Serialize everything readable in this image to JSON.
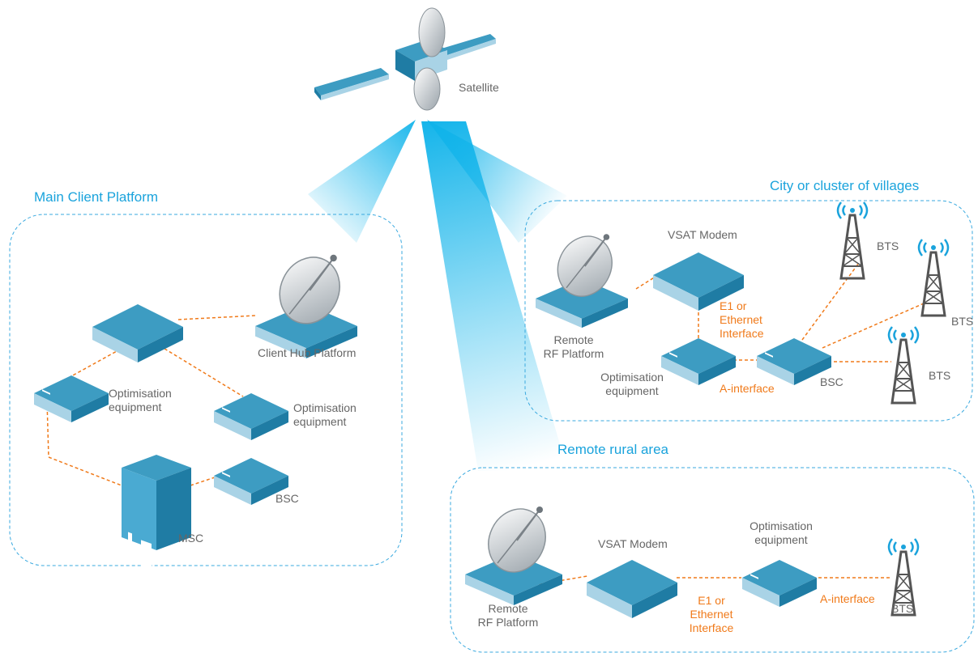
{
  "satellite": {
    "label": "Satellite"
  },
  "main_platform": {
    "title": "Main Client Platform",
    "hub_label": "Client Hub Platform",
    "opt1_label": "Optimisation equipment",
    "opt2_label": "Optimisation equipment",
    "msc_label": "MSC",
    "bsc_label": "BSC"
  },
  "city": {
    "title": "City or cluster of villages",
    "modem_label": "VSAT Modem",
    "rf_label_line1": "Remote",
    "rf_label_line2": "RF Platform",
    "e1_label_line1": "E1 or",
    "e1_label_line2": "Ethernet",
    "e1_label_line3": "Interface",
    "opt_label_line1": "Optimisation",
    "opt_label_line2": "equipment",
    "a_interface": "A-interface",
    "bsc_label": "BSC",
    "bts_labels": [
      "BTS",
      "BTS",
      "BTS"
    ]
  },
  "rural": {
    "title": "Remote rural area",
    "modem_label": "VSAT Modem",
    "rf_label_line1": "Remote",
    "rf_label_line2": "RF Platform",
    "e1_label_line1": "E1 or",
    "e1_label_line2": "Ethernet",
    "e1_label_line3": "Interface",
    "opt_label_line1": "Optimisation",
    "opt_label_line2": "equipment",
    "a_interface": "A-interface",
    "bts_label": "BTS"
  },
  "colors": {
    "accent_blue": "#1aa3dc",
    "box_top": "#3d9cc2",
    "box_side": "#1f7ca4",
    "link_orange": "#f07a1a"
  }
}
